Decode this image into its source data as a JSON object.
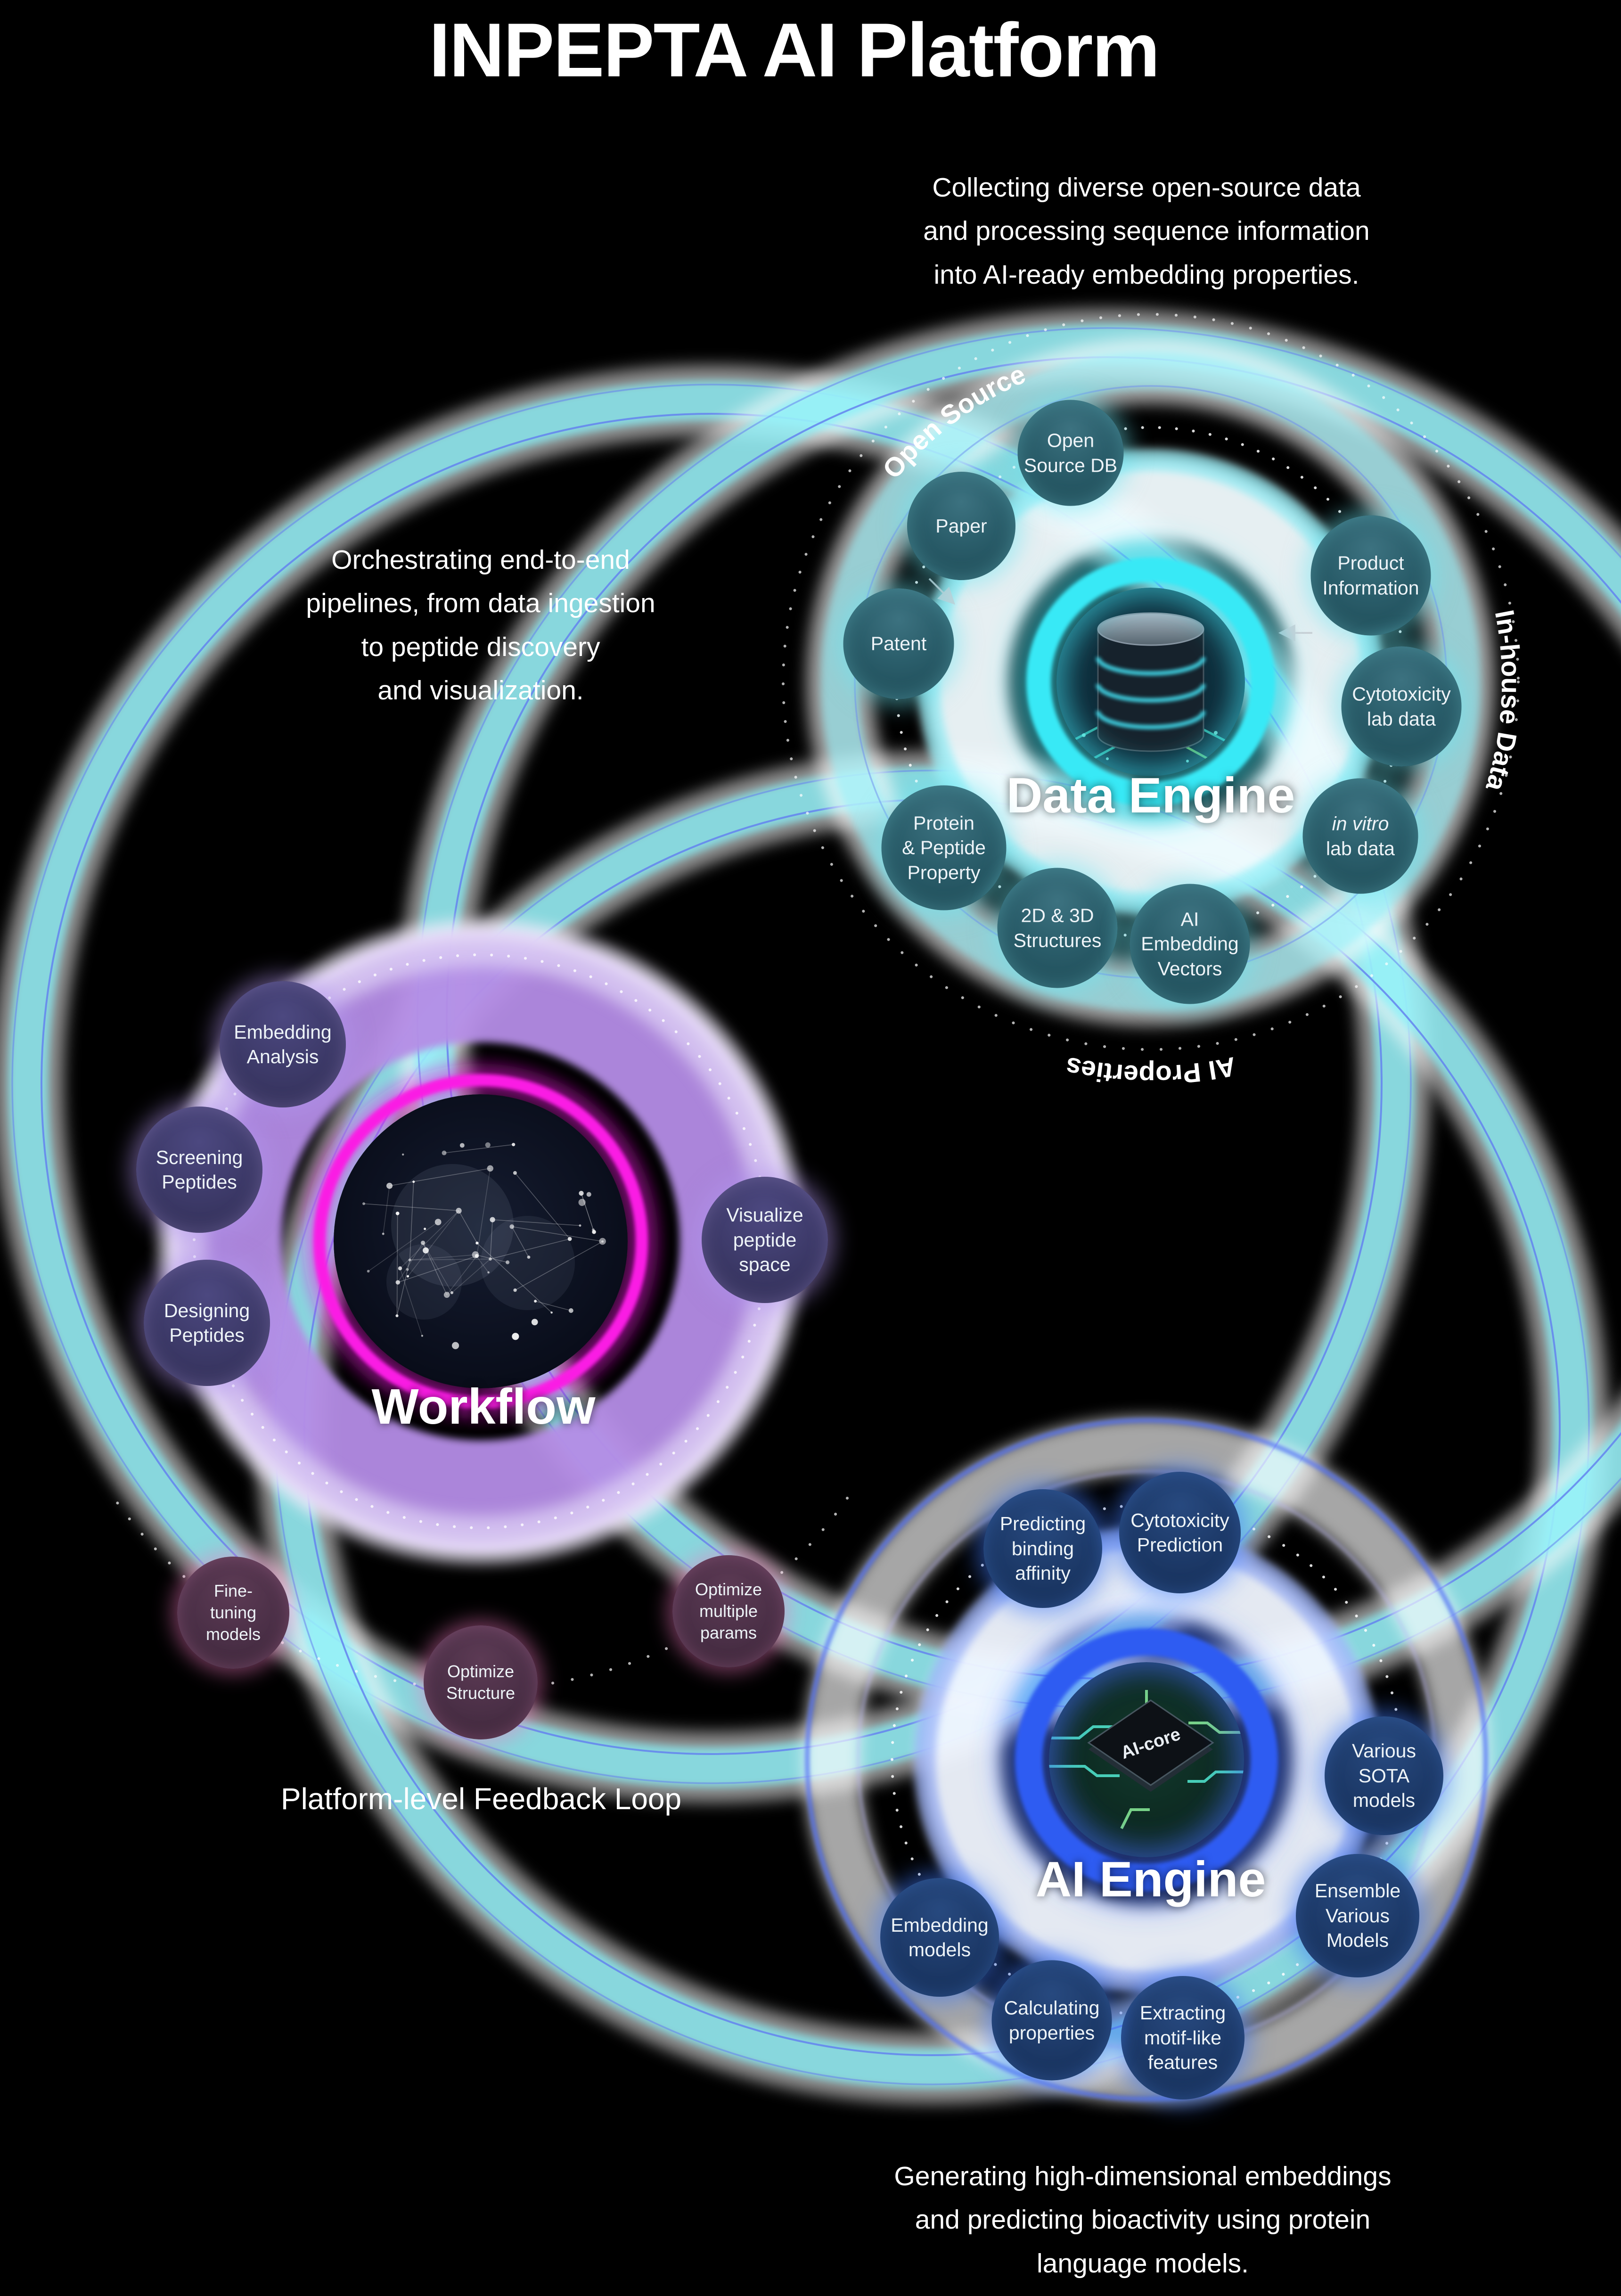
{
  "title": "INPEPTA AI Platform",
  "data_engine": {
    "heading": "Data Engine",
    "description": "Collecting diverse open-source data\nand processing sequence information\ninto AI-ready embedding properties.",
    "arc_labels": {
      "open_source": "Open Source",
      "in_house": "In-house Data",
      "ai_properties": "AI Properties"
    },
    "nodes": [
      {
        "label": "Open\nSource DB"
      },
      {
        "label": "Paper"
      },
      {
        "label": "Patent"
      },
      {
        "label": "Product\nInformation"
      },
      {
        "label": "Cytotoxicity\nlab data"
      },
      {
        "label_italic": "in vitro",
        "label_rest": "\nlab data"
      },
      {
        "label": "Protein\n& Peptide\nProperty"
      },
      {
        "label": "2D & 3D\nStructures"
      },
      {
        "label": "AI\nEmbedding\nVectors"
      }
    ]
  },
  "workflow": {
    "heading": "Workflow",
    "description": "Orchestrating end-to-end\npipelines, from data ingestion\nto peptide discovery\nand visualization.",
    "feedback_label": "Platform-level Feedback Loop",
    "nodes": [
      {
        "label": "Embedding\nAnalysis"
      },
      {
        "label": "Screening\nPeptides"
      },
      {
        "label": "Designing\nPeptides"
      },
      {
        "label": "Visualize\npeptide\nspace"
      },
      {
        "label": "Fine-\ntuning\nmodels"
      },
      {
        "label": "Optimize\nStructure"
      },
      {
        "label": "Optimize\nmultiple\nparams"
      }
    ]
  },
  "ai_engine": {
    "heading": "AI Engine",
    "chip_label": "AI-core",
    "description": "Generating high-dimensional embeddings\nand predicting bioactivity using protein\nlanguage models.",
    "nodes": [
      {
        "label": "Predicting\nbinding\naffinity"
      },
      {
        "label": "Cytotoxicity\nPrediction"
      },
      {
        "label": "Various\nSOTA\nmodels"
      },
      {
        "label": "Ensemble\nVarious\nModels"
      },
      {
        "label": "Extracting\nmotif-like\nfeatures"
      },
      {
        "label": "Calculating\nproperties"
      },
      {
        "label": "Embedding\nmodels"
      }
    ]
  }
}
